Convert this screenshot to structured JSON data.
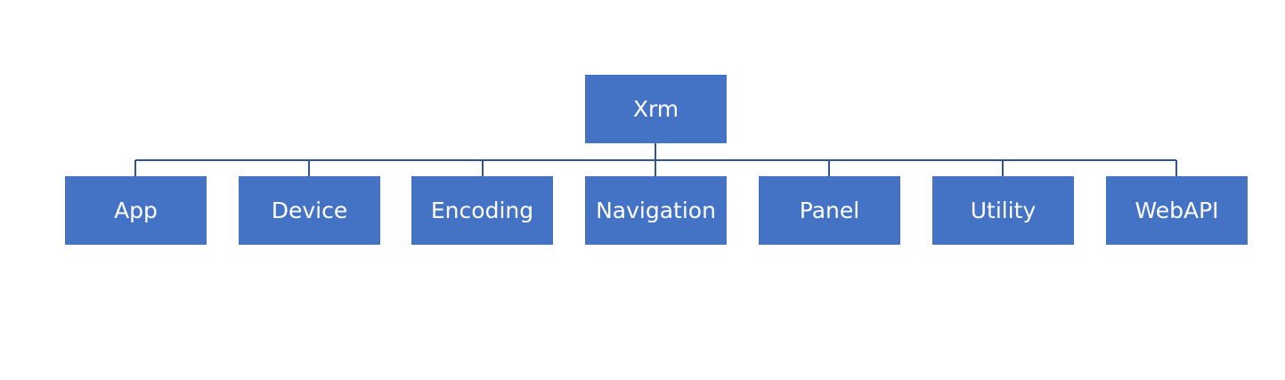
{
  "colors": {
    "node_fill": "#4472C4",
    "connector": "#2F5597",
    "node_text": "#FFFFFF",
    "background": "#FFFFFF"
  },
  "root": {
    "label": "Xrm"
  },
  "children": [
    {
      "label": "App"
    },
    {
      "label": "Device"
    },
    {
      "label": "Encoding"
    },
    {
      "label": "Navigation"
    },
    {
      "label": "Panel"
    },
    {
      "label": "Utility"
    },
    {
      "label": "WebAPI"
    }
  ]
}
